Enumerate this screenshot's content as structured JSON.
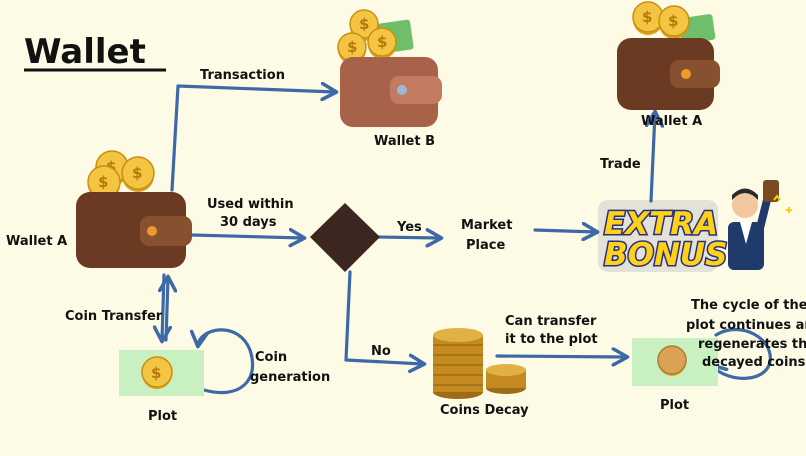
{
  "title": "Wallet",
  "labels": {
    "transaction": "Transaction",
    "wallet_b": "Wallet B",
    "wallet_a_left": "Wallet A",
    "wallet_a_top": "Wallet A",
    "used_within_1": "Used within",
    "used_within_2": "30 days",
    "yes": "Yes",
    "no": "No",
    "market_1": "Market",
    "market_2": "Place",
    "trade": "Trade",
    "coin_transfer": "Coin Transfer",
    "coin_gen_1": "Coin",
    "coin_gen_2": "generation",
    "plot_left": "Plot",
    "plot_right": "Plot",
    "can_transfer_1": "Can transfer",
    "can_transfer_2": "it to the plot",
    "coins_decay": "Coins Decay",
    "cycle_1": "The cycle of the",
    "cycle_2": "plot continues and",
    "cycle_3": "regenerates the",
    "cycle_4": "decayed coins"
  },
  "bonus": {
    "line1": "EXTRA",
    "line2": "BONUS"
  },
  "icons": {
    "coin": "dollar-coin-icon",
    "wallet": "wallet-icon",
    "banknote": "banknote-icon",
    "decision": "decision-diamond",
    "bonus_badge": "extra-bonus-badge",
    "person": "cheering-man-icon",
    "coin_stack": "coin-stack-icon"
  },
  "colors": {
    "background": "#fdfbe6",
    "arrow": "#3d6aa6",
    "wallet_a": "#6b3a22",
    "wallet_b": "#a8624a",
    "diamond": "#3b2620",
    "banknote": "#c8f0c0",
    "bonus_fill": "#ffd21a",
    "bonus_outline": "#2b2f7a",
    "coin": "#f4c542"
  }
}
